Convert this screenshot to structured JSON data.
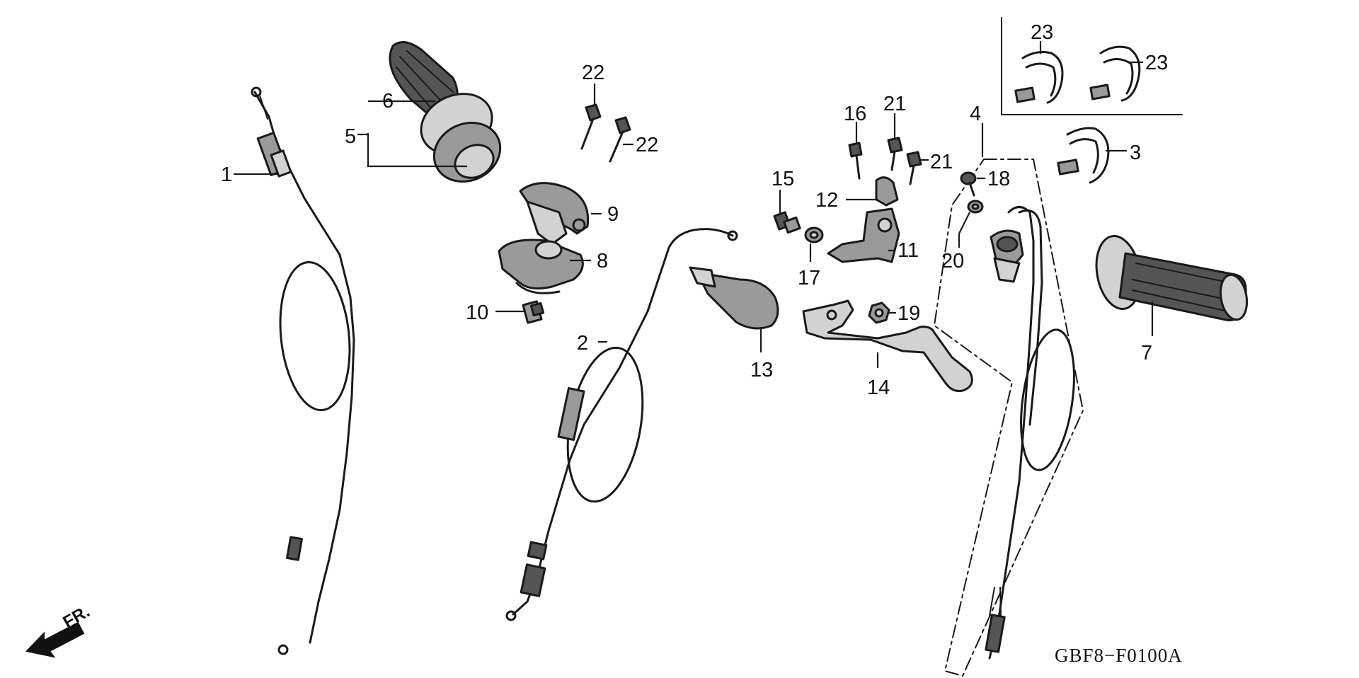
{
  "diagram": {
    "code": "GBF8−F0100A",
    "direction_label": "FR.",
    "callouts": {
      "c1": "1",
      "c2": "2",
      "c3": "3",
      "c4": "4",
      "c5": "5",
      "c6": "6",
      "c7": "7",
      "c8": "8",
      "c9": "9",
      "c10": "10",
      "c11": "11",
      "c12": "12",
      "c13": "13",
      "c14": "14",
      "c15": "15",
      "c16": "16",
      "c17": "17",
      "c18": "18",
      "c19": "19",
      "c20": "20",
      "c21a": "21",
      "c21b": "21",
      "c22a": "22",
      "c22b": "22",
      "c23a": "23",
      "c23b": "23"
    },
    "colors": {
      "ink": "#1a1a1a",
      "background": "#ffffff"
    }
  }
}
